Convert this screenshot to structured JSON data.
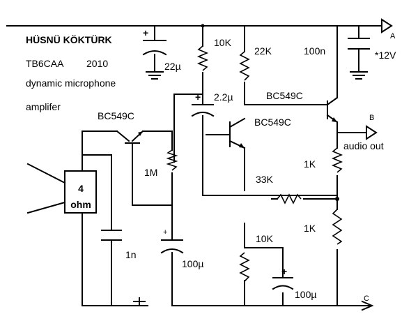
{
  "header": {
    "author": "HÜSNÜ KÖKTÜRK",
    "callsign": "TB6CAA",
    "year": "2010",
    "subtitle": "dynamic microphone",
    "subtitle2": "amplifer"
  },
  "components": {
    "c_supply": "22µ",
    "r_10k_top": "10K",
    "r_22k": "22K",
    "c_100n": "100n",
    "supply_voltage": "*12V",
    "c_coupling": "2.2µ",
    "q1": "BC549C",
    "q2": "BC549C",
    "q3": "BC549C",
    "mic_value": "4",
    "mic_unit": "ohm",
    "r_1m": "1M",
    "r_33k": "33K",
    "r_1k_upper": "1K",
    "r_1k_lower": "1K",
    "c_1n": "1n",
    "c_100u_left": "100µ",
    "r_10k_bottom": "10K",
    "c_100u_right": "100µ"
  },
  "nodes": {
    "a": "A",
    "b": "B",
    "c": "C",
    "out": "audio out"
  },
  "signs": {
    "plus": "+"
  }
}
